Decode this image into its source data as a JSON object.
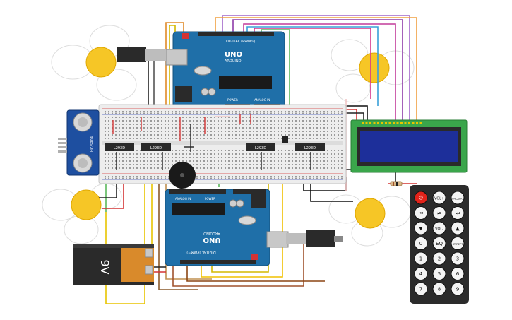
{
  "arduino_top": {
    "brand": "UNO",
    "maker": "ARDUINO",
    "digital_header": "DIGITAL (PWM~)",
    "power_header": "POWER",
    "analog_header": "ANALOG IN"
  },
  "arduino_bottom": {
    "brand": "UNO",
    "maker": "ARDUINO",
    "digital_header": "DIGITAL (PWM~)",
    "power_header": "POWER",
    "analog_header": "ANALOG IN"
  },
  "motor_drivers": [
    {
      "label": "L293D"
    },
    {
      "label": "L293D"
    },
    {
      "label": "L293D"
    },
    {
      "label": "L293D"
    }
  ],
  "ultrasonic": {
    "label": "HC-SR04"
  },
  "battery": {
    "label": "9V"
  },
  "remote": {
    "buttons": [
      [
        "⏻",
        "VOL+",
        "FUNC/STOP"
      ],
      [
        "⏮",
        "⏯",
        "⏭"
      ],
      [
        "▼",
        "VOL-",
        "▲"
      ],
      [
        "0",
        "EQ",
        "ST/REPT"
      ],
      [
        "1",
        "2",
        "3"
      ],
      [
        "4",
        "5",
        "6"
      ],
      [
        "7",
        "8",
        "9"
      ]
    ]
  },
  "colors": {
    "arduino": "#1f6fa8",
    "lcd_frame": "#3aa64b",
    "lcd_screen": "#1d2f9a",
    "propeller": "#f6c626",
    "battery_cap": "#d98a2b",
    "remote": "#2b2b2b",
    "power_button": "#e2231a"
  }
}
